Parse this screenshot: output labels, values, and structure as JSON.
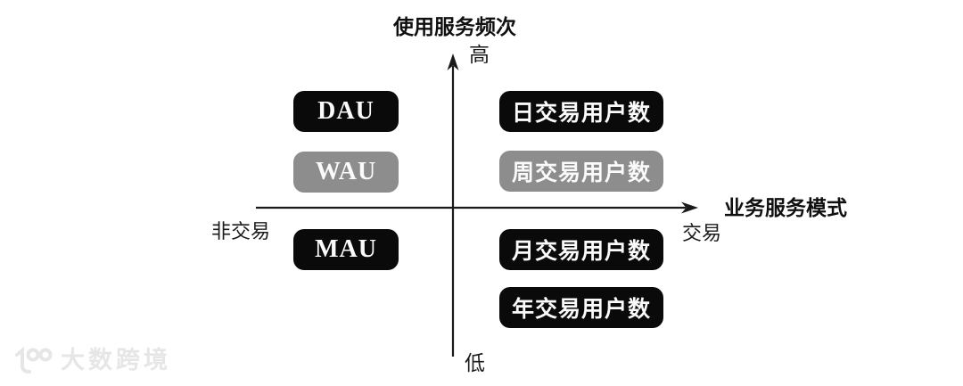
{
  "diagram": {
    "y_axis": {
      "title": "使用服务频次",
      "high_label": "高",
      "low_label": "低"
    },
    "x_axis": {
      "title": "业务服务模式",
      "left_label": "非交易",
      "right_label": "交易"
    },
    "quadrant_boxes": {
      "left_column": [
        {
          "label": "DAU",
          "color": "black"
        },
        {
          "label": "WAU",
          "color": "gray"
        },
        {
          "label": "MAU",
          "color": "black"
        }
      ],
      "right_column": [
        {
          "label": "日交易用户数",
          "color": "black"
        },
        {
          "label": "周交易用户数",
          "color": "gray"
        },
        {
          "label": "月交易用户数",
          "color": "black"
        },
        {
          "label": "年交易用户数",
          "color": "black"
        }
      ]
    },
    "colors": {
      "black_box": "#0a0a0a",
      "gray_box": "#8d8d8d",
      "box_text": "#fafafa",
      "axis": "#1a1a1a"
    }
  },
  "watermark": {
    "brand": "大数跨境",
    "logo": "100-smile-logo",
    "color": "#e6e6e6"
  }
}
